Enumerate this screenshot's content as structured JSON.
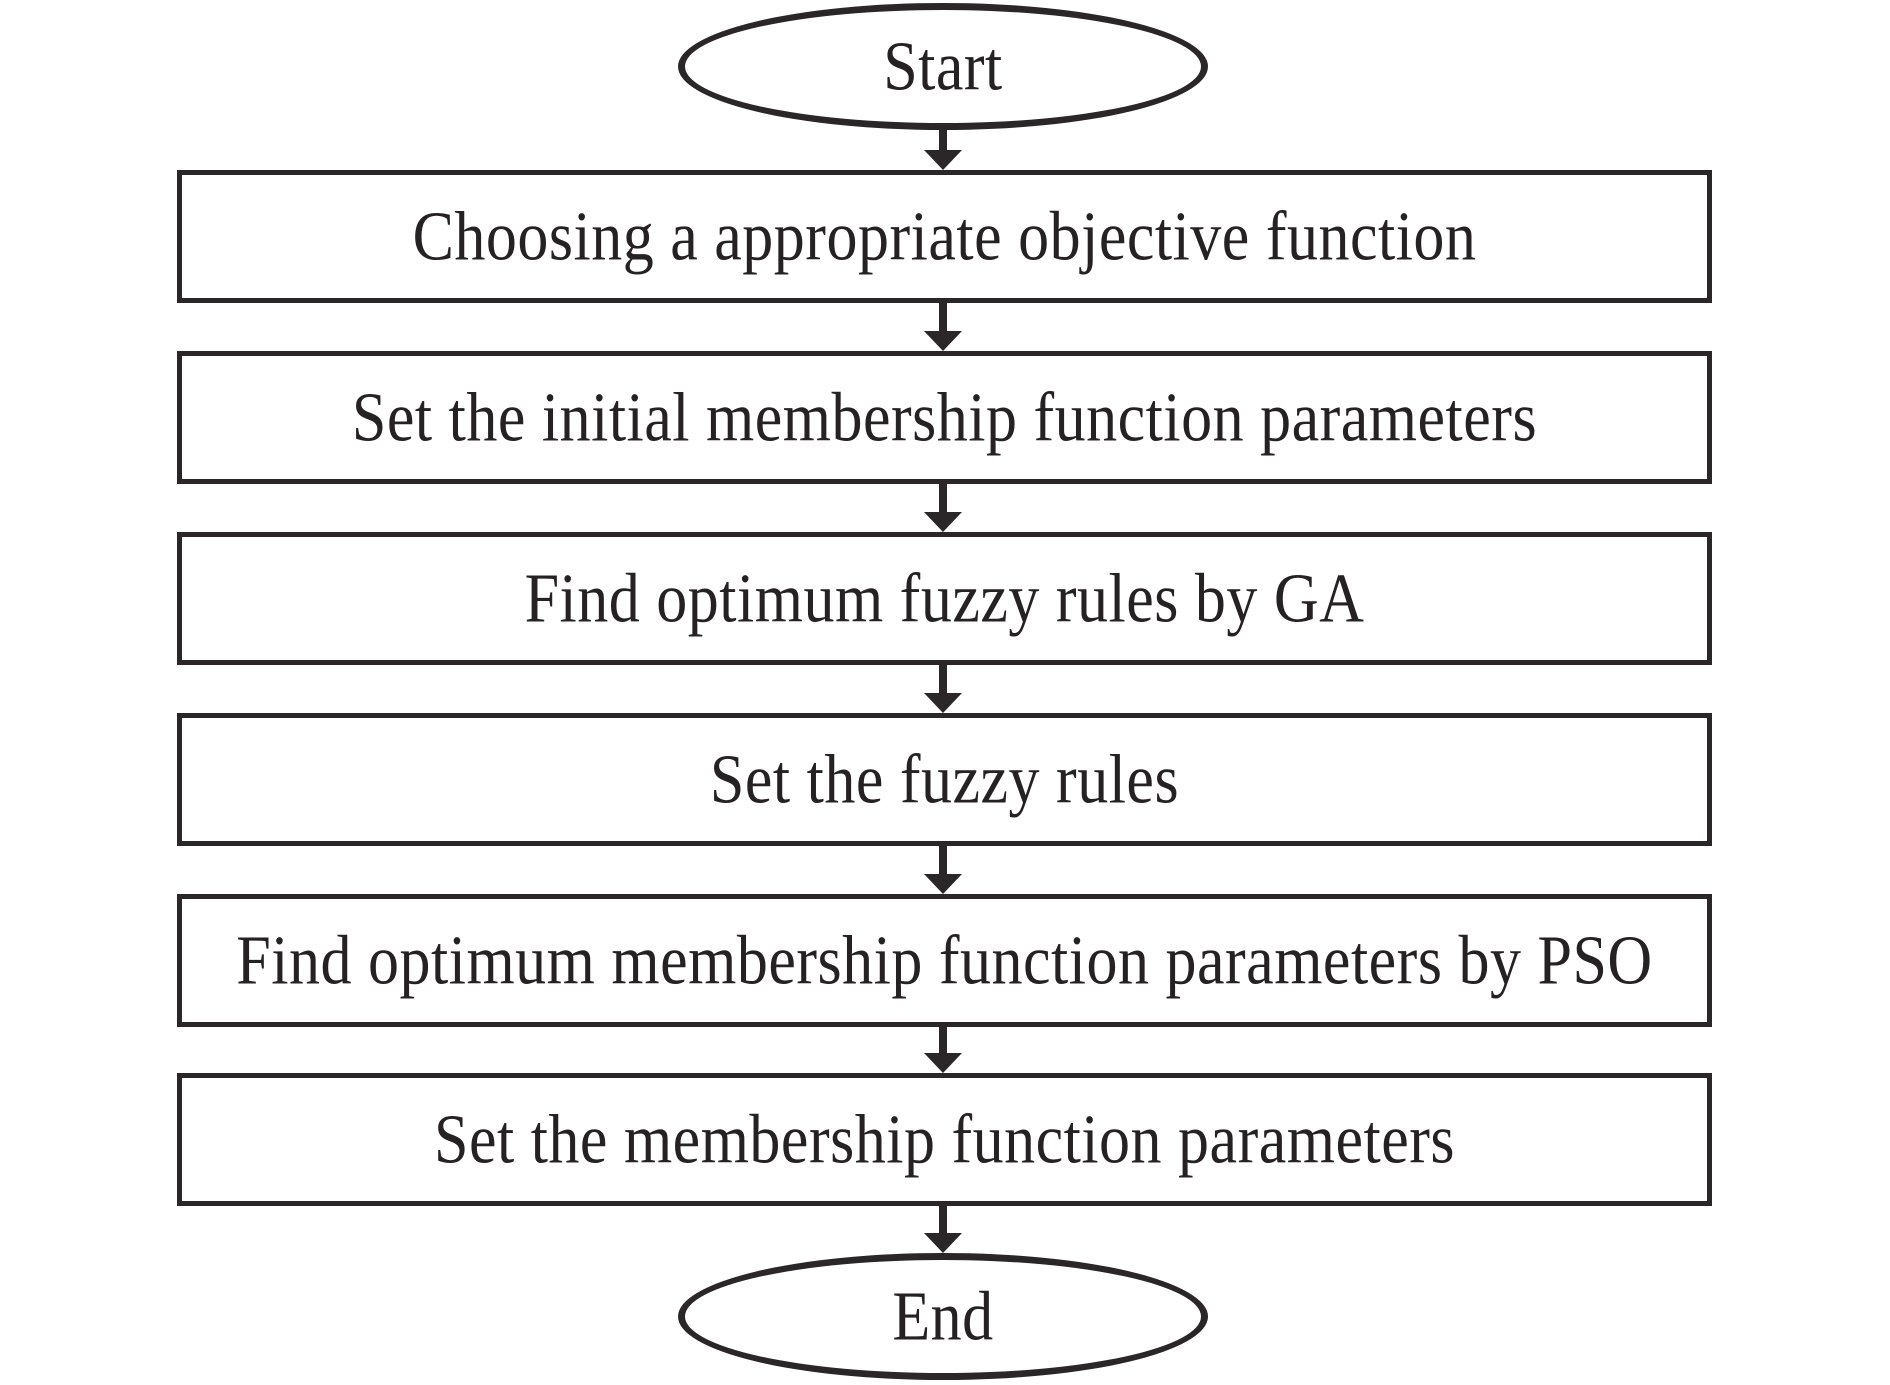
{
  "figure": {
    "type": "flowchart",
    "colors": {
      "background": "#ffffff",
      "stroke": "#2b2628",
      "text": "#262223"
    },
    "nodes": [
      {
        "id": "start",
        "shape": "ellipse",
        "label": "Start"
      },
      {
        "id": "step-1",
        "shape": "rect",
        "label": "Choosing a appropriate objective function"
      },
      {
        "id": "step-2",
        "shape": "rect",
        "label": "Set the initial membership function parameters"
      },
      {
        "id": "step-3",
        "shape": "rect",
        "label": "Find optimum fuzzy rules by GA"
      },
      {
        "id": "step-4",
        "shape": "rect",
        "label": "Set the fuzzy rules"
      },
      {
        "id": "step-5",
        "shape": "rect",
        "label": "Find optimum membership function parameters by PSO"
      },
      {
        "id": "step-6",
        "shape": "rect",
        "label": "Set the membership function parameters"
      },
      {
        "id": "end",
        "shape": "ellipse",
        "label": "End"
      }
    ],
    "edges": [
      {
        "from": "start",
        "to": "step-1",
        "direction": "down"
      },
      {
        "from": "step-1",
        "to": "step-2",
        "direction": "down"
      },
      {
        "from": "step-2",
        "to": "step-3",
        "direction": "down"
      },
      {
        "from": "step-3",
        "to": "step-4",
        "direction": "down"
      },
      {
        "from": "step-4",
        "to": "step-5",
        "direction": "down"
      },
      {
        "from": "step-5",
        "to": "step-6",
        "direction": "down"
      },
      {
        "from": "step-6",
        "to": "end",
        "direction": "down"
      }
    ]
  }
}
